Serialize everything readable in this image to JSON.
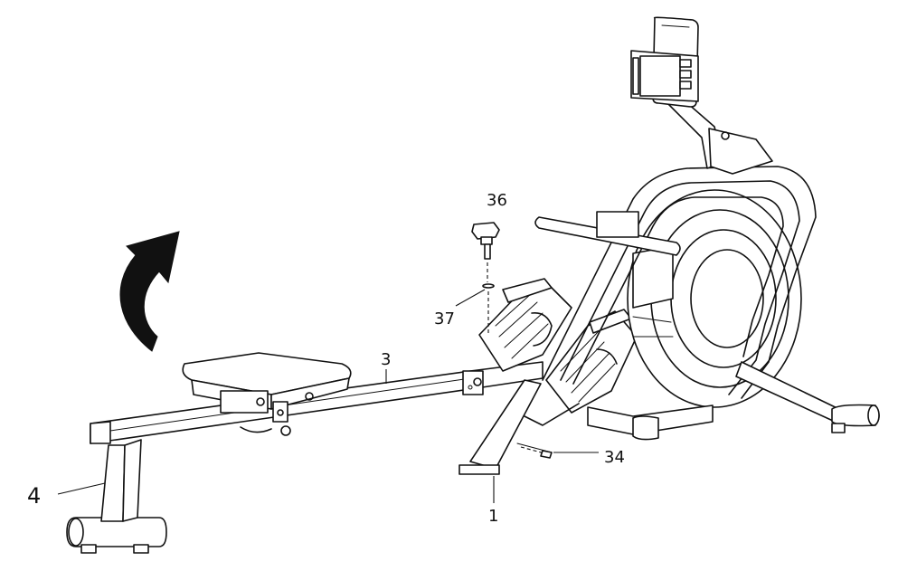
{
  "diagram": {
    "callouts": [
      {
        "id": "label-1",
        "text": "1"
      },
      {
        "id": "label-3",
        "text": "3"
      },
      {
        "id": "label-4",
        "text": "4"
      },
      {
        "id": "label-34",
        "text": "34"
      },
      {
        "id": "label-36",
        "text": "36"
      },
      {
        "id": "label-37",
        "text": "37"
      }
    ],
    "arrow": {
      "direction": "rotate-up",
      "meaning": "unfold rail"
    }
  }
}
